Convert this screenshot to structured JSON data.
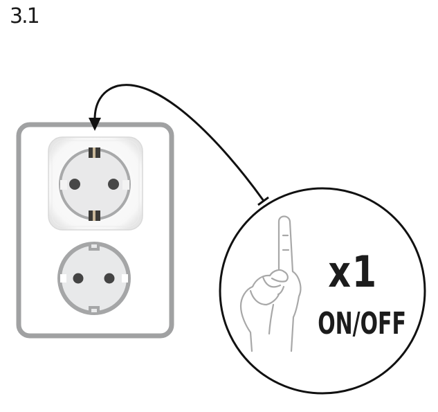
{
  "step": {
    "number": "3.1"
  },
  "callout": {
    "press_count": "x1",
    "action_label": "ON/OFF",
    "icon": "hand-index-finger-icon"
  },
  "device": {
    "wall_socket": "double-wall-socket-icon",
    "smart_plug": "smart-plug-icon",
    "plug_position": "upper"
  },
  "connector": {
    "icon": "curved-arrow-icon",
    "direction": "callout-to-smart-plug"
  },
  "colors": {
    "text": "#1a1a1a",
    "frame_gray": "#a0a1a2",
    "socket_fill": "#e8e9ea",
    "socket_rim": "#a5a6a7",
    "pin_hole": "#444444",
    "hand_stroke": "#a8a8a8",
    "line": "#111111"
  }
}
